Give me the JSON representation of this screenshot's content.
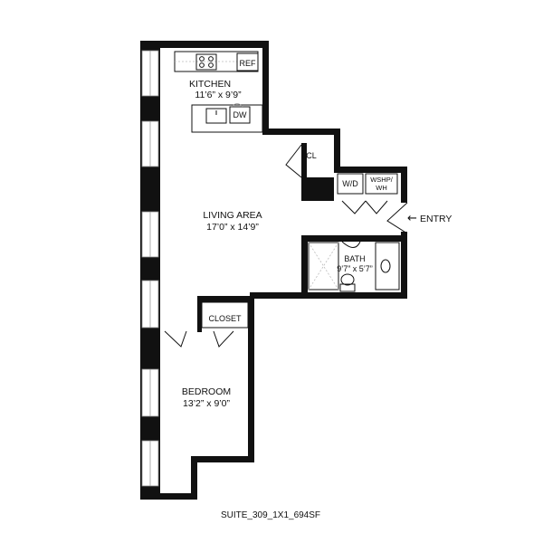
{
  "plan": {
    "rooms": {
      "kitchen": {
        "name": "KITCHEN",
        "size": "11’6” x 9’9”"
      },
      "living": {
        "name": "LIVING AREA",
        "size": "17’0” x 14’9”"
      },
      "bath": {
        "name": "BATH",
        "size": "9’7” x 5’7”"
      },
      "bedroom": {
        "name": "BEDROOM",
        "size": "13’2” x 9’0”"
      }
    },
    "labels": {
      "ref": "REF",
      "dw": "DW",
      "cl": "CL",
      "wd": "W/D",
      "wshp_line1": "WSHP/",
      "wshp_line2": "WH",
      "closet": "CLOSET",
      "entry": "ENTRY",
      "entry_arrow": "←"
    },
    "unit_id": "SUITE_309_1X1_694SF"
  }
}
